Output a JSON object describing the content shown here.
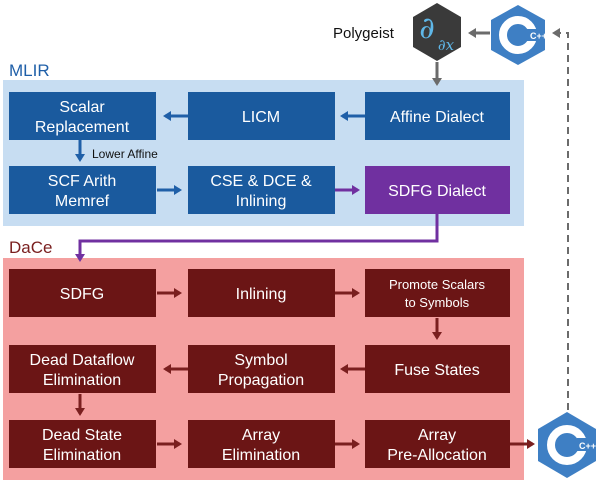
{
  "regions": {
    "mlir": {
      "label": "MLIR",
      "color": "#1f5fa8"
    },
    "dace": {
      "label": "DaCe",
      "color": "#7a1f1f"
    }
  },
  "polygeist": {
    "label": "Polygeist",
    "symbol_main": "∂",
    "symbol_sub": "∂x"
  },
  "cpp_logo": {
    "label": "C++"
  },
  "mlir_boxes": {
    "scalar_replacement": [
      "Scalar",
      "Replacement"
    ],
    "licm": [
      "LICM"
    ],
    "affine_dialect": [
      "Affine Dialect"
    ],
    "scf_arith_memref": [
      "SCF Arith",
      "Memref"
    ],
    "cse_dce_inlining": [
      "CSE & DCE &",
      "Inlining"
    ],
    "sdfg_dialect": [
      "SDFG Dialect"
    ]
  },
  "lower_affine_label": "Lower Affine",
  "dace_boxes": {
    "sdfg": [
      "SDFG"
    ],
    "inlining": [
      "Inlining"
    ],
    "promote_scalars": [
      "Promote Scalars",
      "to Symbols"
    ],
    "dead_dataflow": [
      "Dead Dataflow",
      "Elimination"
    ],
    "symbol_propagation": [
      "Symbol",
      "Propagation"
    ],
    "fuse_states": [
      "Fuse States"
    ],
    "dead_state": [
      "Dead State",
      "Elimination"
    ],
    "array_elimination": [
      "Array",
      "Elimination"
    ],
    "array_preallocation": [
      "Array",
      "Pre-Allocation"
    ]
  }
}
